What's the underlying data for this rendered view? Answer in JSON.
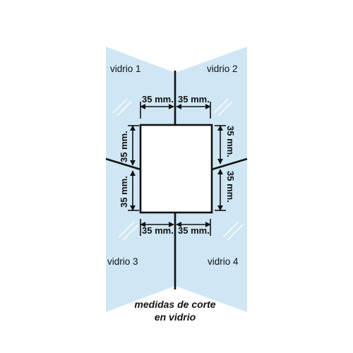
{
  "panels": {
    "glass1": "vidrio 1",
    "glass2": "vidrio 2",
    "glass3": "vidrio 3",
    "glass4": "vidrio 4"
  },
  "dimensions": {
    "top_left": "35 mm.",
    "top_right": "35 mm.",
    "bottom_left": "35 mm.",
    "bottom_right": "35 mm.",
    "left_upper": "35 mm.",
    "left_lower": "35 mm.",
    "right_upper": "35 mm.",
    "right_lower": "35 mm."
  },
  "caption": {
    "line1": "medidas de corte",
    "line2": "en vidrio"
  },
  "colors": {
    "glass": "#cfe6f4",
    "line": "#111111"
  }
}
